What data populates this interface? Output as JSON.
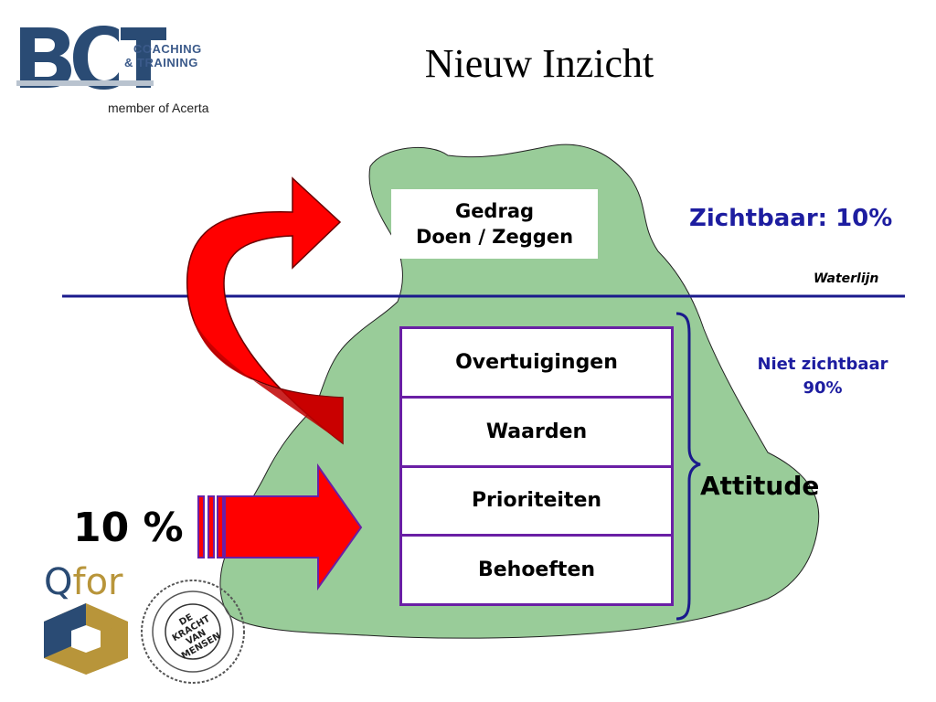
{
  "header": {
    "title": "Nieuw Inzicht",
    "logo": {
      "brand_letters": "BCT",
      "line1": "COACHING",
      "line2": "& TRAINING",
      "tagline": "member of Acerta"
    }
  },
  "diagram": {
    "visible_box": {
      "line1": "Gedrag",
      "line2": "Doen / Zeggen"
    },
    "visible_label": "Zichtbaar: 10%",
    "waterline_label": "Waterlijn",
    "hidden_label": {
      "line1": "Niet zichtbaar",
      "line2": "90%"
    },
    "attitude_items": [
      "Overtuigingen",
      "Waarden",
      "Prioriteiten",
      "Behoeften"
    ],
    "attitude_label": "Attitude",
    "percent_label": "10 %"
  },
  "footer_logos": {
    "qfor_q": "Q",
    "qfor_rest": "for",
    "stamp_text": "DE KRACHT VAN MENSEN"
  },
  "colors": {
    "island": "#99cc99",
    "waterline": "#1a1a8c",
    "arrow": "#ff0000",
    "arrow_dark": "#c00000",
    "stack_border": "#6a1fa5",
    "label_blue": "#1d1da0",
    "logo_blue": "#2a4b74",
    "logo_gold": "#b8953a"
  }
}
